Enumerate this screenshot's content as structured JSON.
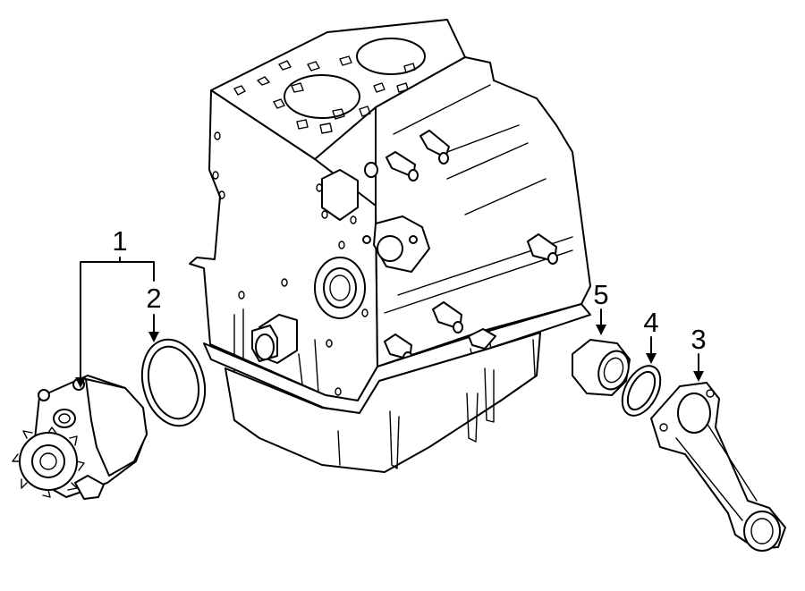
{
  "callouts": [
    {
      "number": "1",
      "part": "water-pump"
    },
    {
      "number": "2",
      "part": "pump-gasket"
    },
    {
      "number": "3",
      "part": "coolant-pipe"
    },
    {
      "number": "4",
      "part": "o-ring"
    },
    {
      "number": "5",
      "part": "thermostat"
    }
  ],
  "colors": {
    "line": "#000000",
    "background": "#ffffff"
  }
}
